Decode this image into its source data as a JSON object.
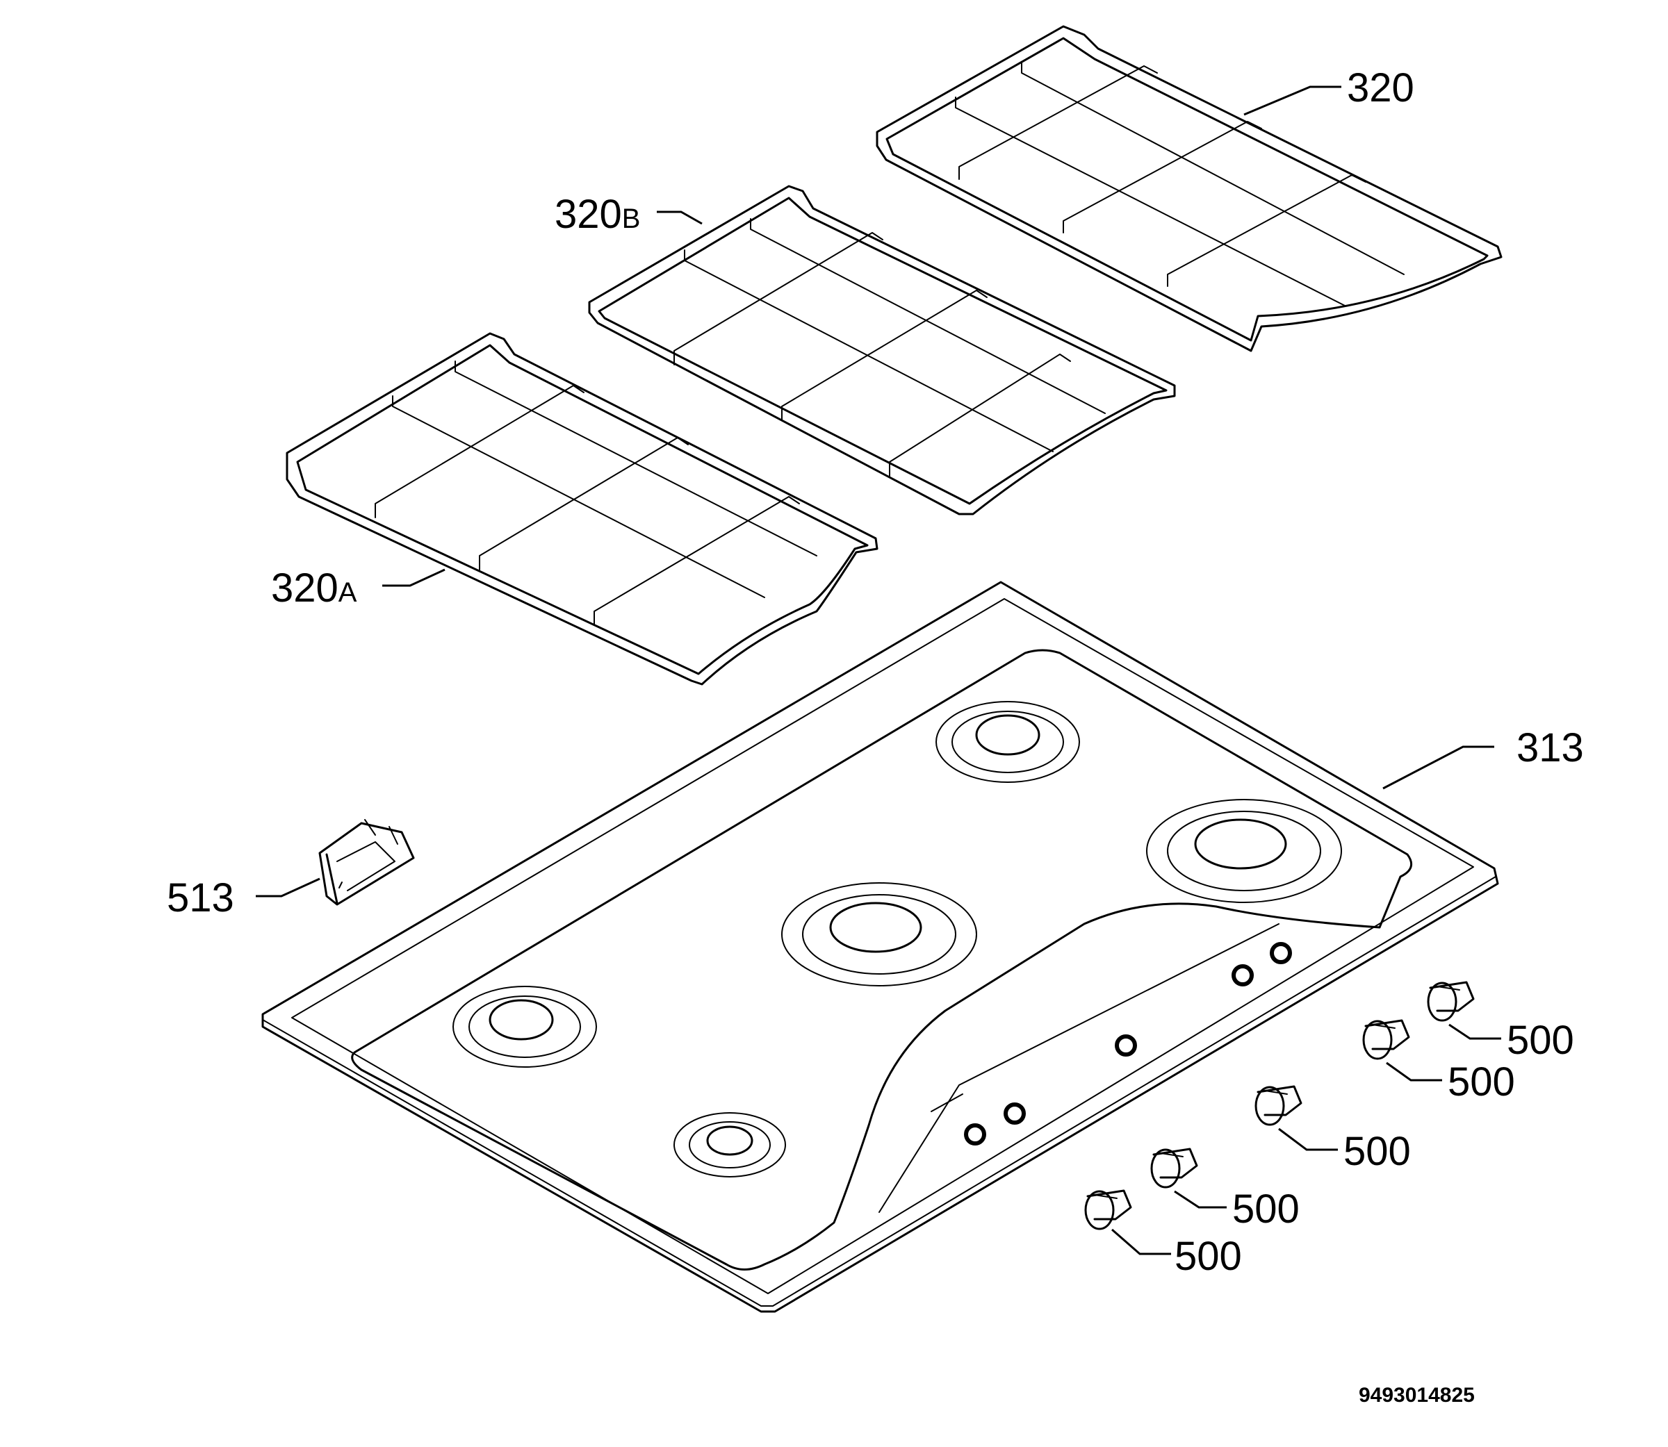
{
  "diagram": {
    "labels": {
      "grid_320": "320",
      "grid_320b_num": "320",
      "grid_320b_suffix": "B",
      "grid_320a_num": "320",
      "grid_320a_suffix": "A",
      "hob_313": "313",
      "clip_513": "513",
      "knob_1": "500",
      "knob_2": "500",
      "knob_3": "500",
      "knob_4": "500",
      "knob_5": "500"
    },
    "drawing_code": "9493014825"
  }
}
